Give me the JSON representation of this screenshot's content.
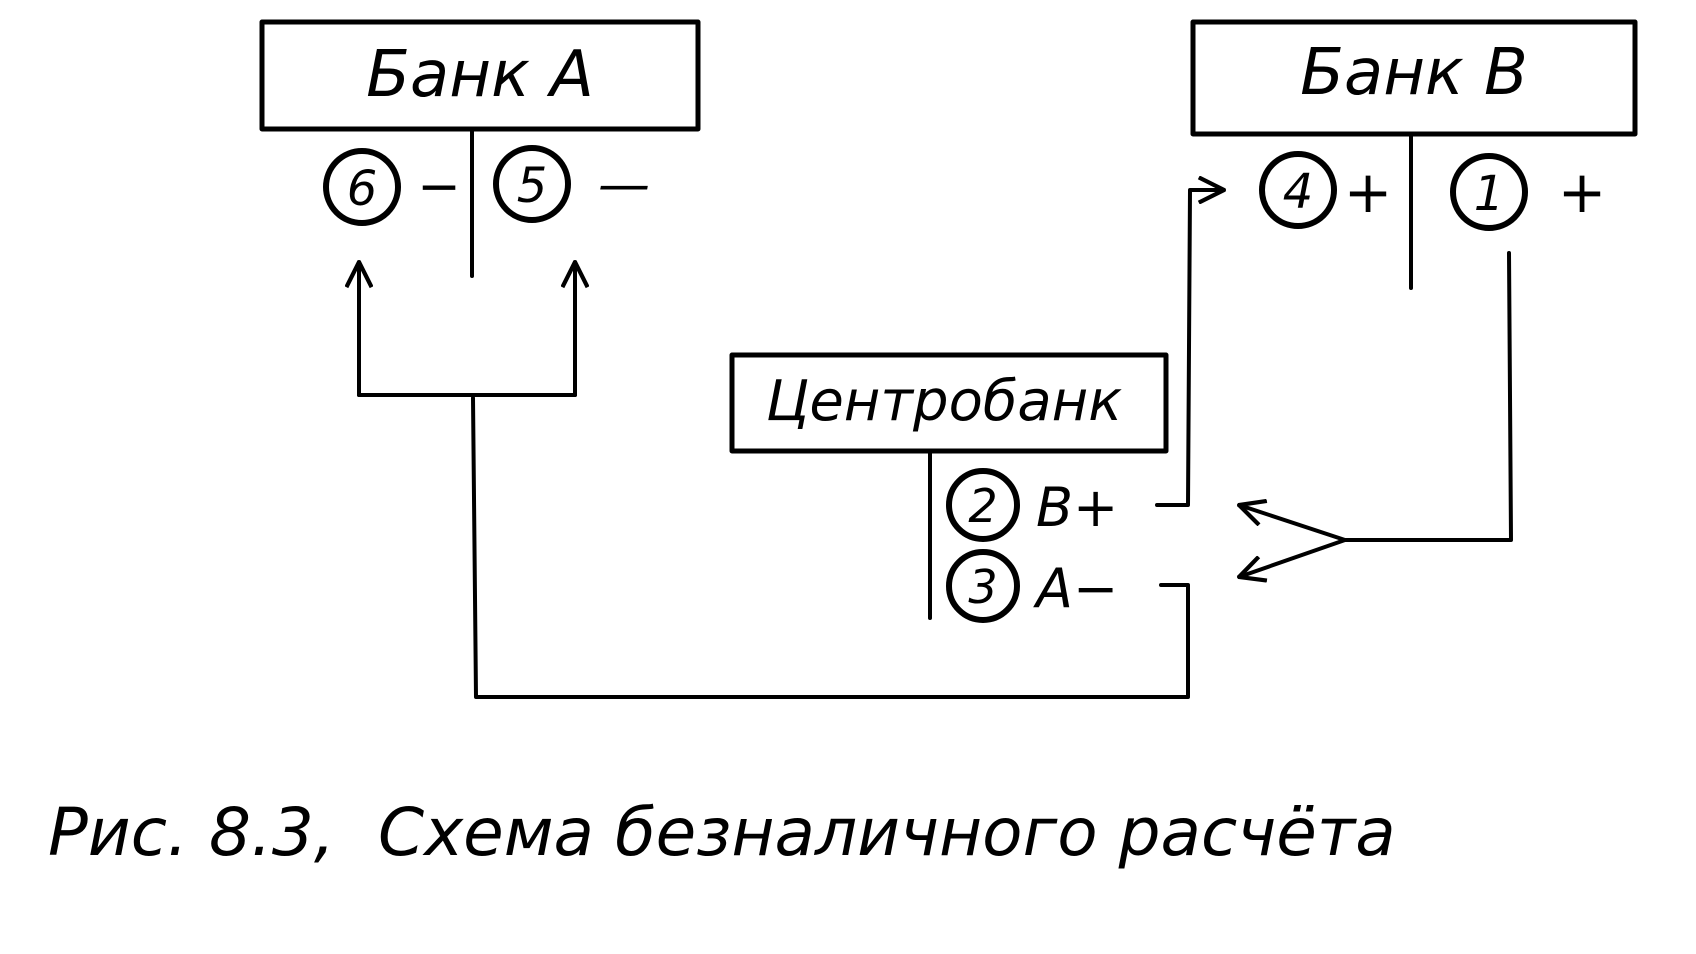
{
  "banks": {
    "bank_a": "Банк А",
    "bank_b": "Банк В",
    "central": "Центробанк"
  },
  "steps": {
    "s6": {
      "num": "6",
      "sign": "−"
    },
    "s5": {
      "num": "5",
      "sign": "—"
    },
    "s4": {
      "num": "4",
      "sign": "+"
    },
    "s1": {
      "num": "1",
      "sign": "+"
    },
    "s2": {
      "num": "2",
      "label": "В+"
    },
    "s3": {
      "num": "3",
      "label": "А−"
    }
  },
  "caption": {
    "figure_number": "Рис. 8.3,",
    "title": "Схема безналичного расчёта"
  }
}
